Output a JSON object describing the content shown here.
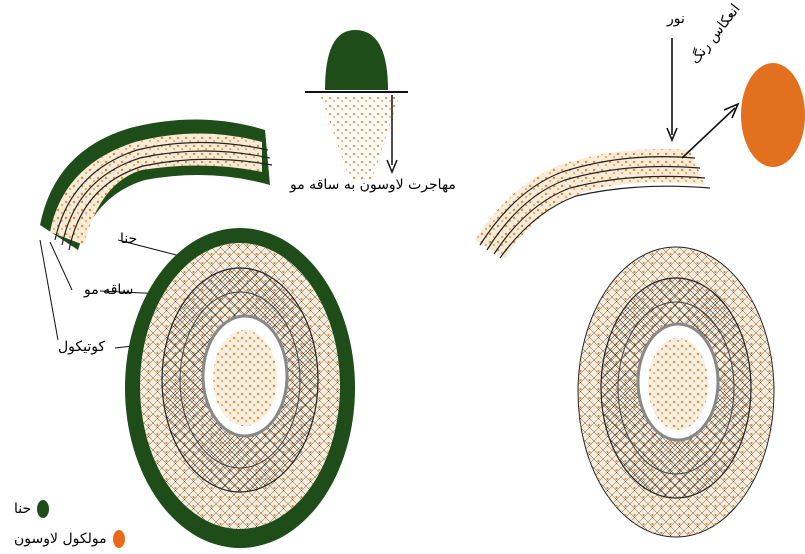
{
  "labels": {
    "migration": "مهاجرت لاوسون به ساقه مو",
    "henna": "حنا",
    "hair_shaft": "ساقه مو",
    "cuticle": "کوتیکول",
    "light": "نور",
    "color_reflection": "انعکاس رنگ"
  },
  "legend": [
    {
      "label": "حنا",
      "color": "#1e4d1a",
      "icon": "henna-swatch"
    },
    {
      "label": "مولکول لاوسون",
      "color": "#ea6a1c",
      "icon": "lawsone-molecule-swatch"
    }
  ],
  "colors": {
    "henna": "#1e4d1a",
    "lawsone": "#ea6a1c",
    "lawsone_dark": "#b2551c",
    "reflection_ball": "#e2701f",
    "line": "#222222"
  }
}
